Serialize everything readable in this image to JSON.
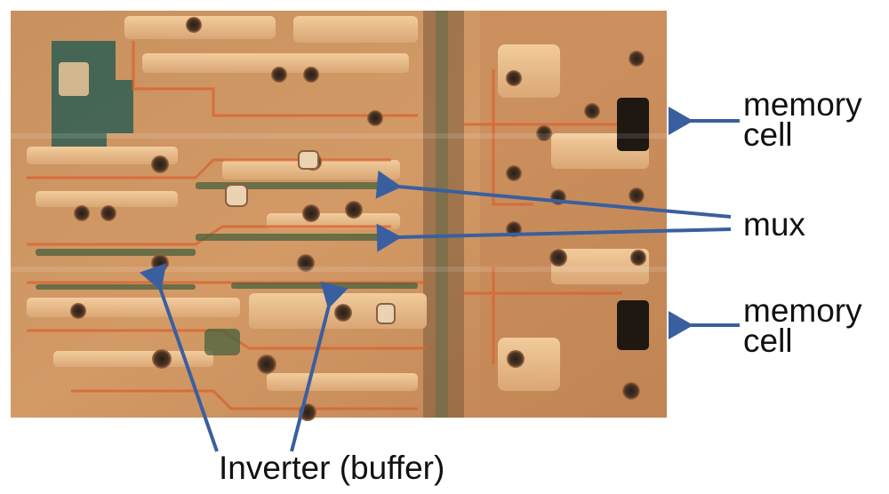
{
  "labels": {
    "memory_cell_top": [
      "memory",
      "cell"
    ],
    "mux": "mux",
    "memory_cell_bottom": [
      "memory",
      "cell"
    ],
    "inverter": "Inverter (buffer)"
  },
  "colors": {
    "arrow": "#3a5f9f",
    "text": "#111111",
    "background": "#ffffff",
    "die_base": "#c98e5c",
    "metal_highlight": "#f2c48f",
    "contact_dark": "#3c2a1c",
    "green_oxide": "#3e5e3e"
  }
}
